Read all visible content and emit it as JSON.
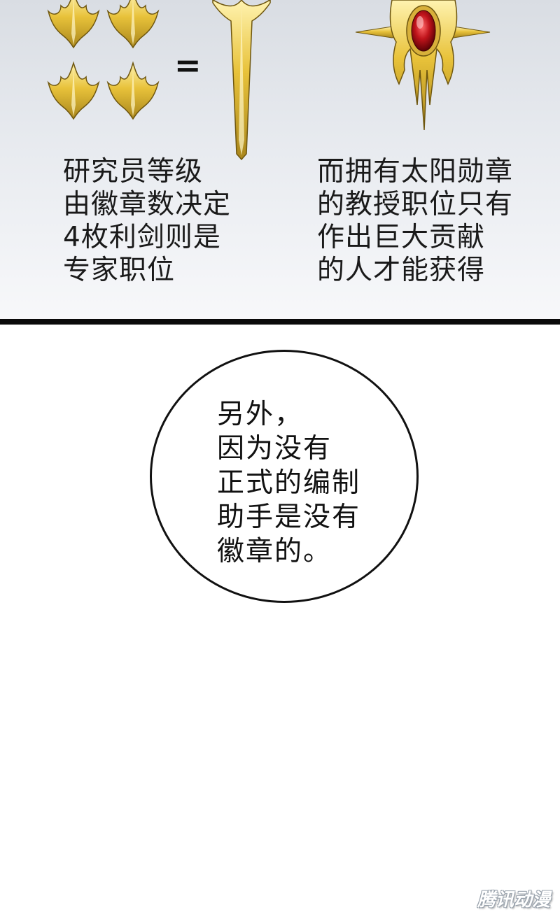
{
  "top_panel": {
    "equals_sign": "=",
    "left_caption": [
      "研究员等级",
      "由徽章数决定",
      "4枚利剑则是",
      "专家职位"
    ],
    "right_caption": [
      "而拥有太阳勋章",
      "的教授职位只有",
      "作出巨大贡献",
      "的人才能获得"
    ]
  },
  "speech_bubble": {
    "lines": [
      "另外，",
      "因为没有",
      "正式的编制",
      "助手是没有",
      "徽章的。"
    ]
  },
  "watermark": "腾讯动漫",
  "colors": {
    "gold": "#e8c23a",
    "gold_dark": "#a9861c",
    "ruby": "#c0141b",
    "panel_top": "#d9dde3",
    "divider": "#0a0a0a"
  }
}
